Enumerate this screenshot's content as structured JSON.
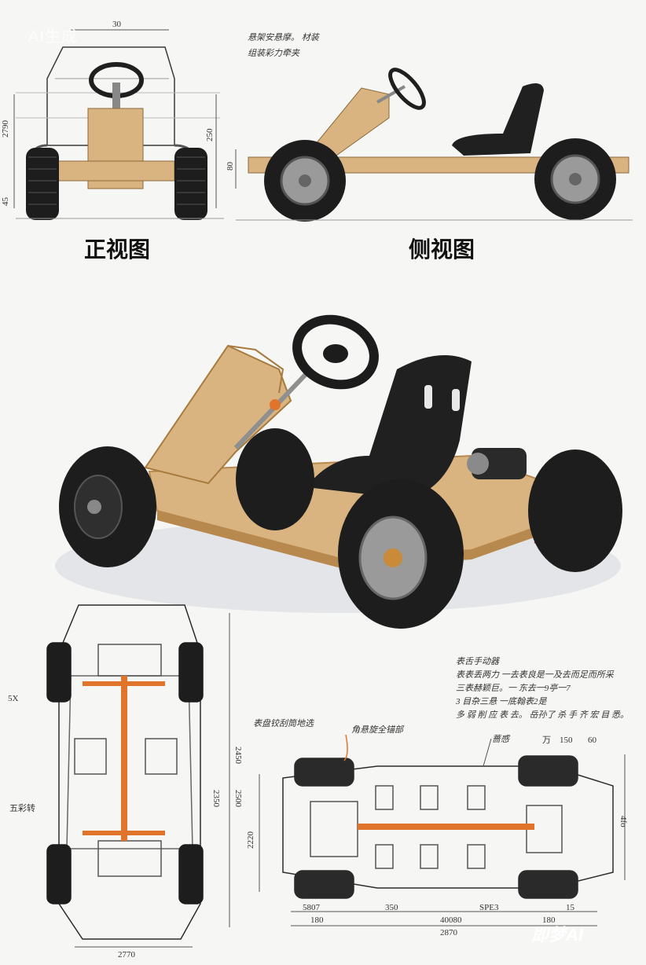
{
  "badge": "AI生成",
  "front_view": {
    "label": "正视图",
    "dims": {
      "top": "30",
      "left": "2790",
      "right": "250",
      "low": "45"
    }
  },
  "side_view": {
    "label": "侧视图",
    "note_lines": [
      "悬架安悬摩。 材装",
      "组装彩力牵夹"
    ],
    "dims": {
      "left": "80"
    }
  },
  "top_view": {
    "labels": {
      "left_top": "5X",
      "left_mid": "五彩转"
    },
    "dims": {
      "right_a": "2450",
      "right_b": "2500",
      "right_c": "2350",
      "bottom": "2770"
    }
  },
  "underside_view": {
    "title": "表盘铰刮筒地选",
    "callout_a": "角悬旋全锚部",
    "callout_b": "蔷感",
    "notes": [
      "表舌手动器",
      "表表丢两力 一去表良是一及去而足而所采",
      "三表赫颖巨。一 东去一9亭一7",
      "3 目杂三悬 一底翰表2是",
      "多 弱 削 应 表 去。 岳孙了 杀 手 齐 宏 目 悉。"
    ],
    "dims": {
      "top_a": "150",
      "top_b": "60",
      "top_prefix": "万",
      "left": "2220",
      "right": "4fo",
      "bot_1": "180",
      "bot_2": "40080",
      "bot_3": "2870",
      "bot_4": "5807",
      "bot_5": "350",
      "bot_6": "SPE3",
      "bot_7": "180",
      "bot_8": "15"
    }
  },
  "watermark": "即梦AI",
  "colors": {
    "wood": "#d9b480",
    "wood_dark": "#b8894e",
    "tire": "#1d1d1d",
    "orange": "#e0742a",
    "line": "#3a3a3a",
    "seat": "#202020"
  }
}
